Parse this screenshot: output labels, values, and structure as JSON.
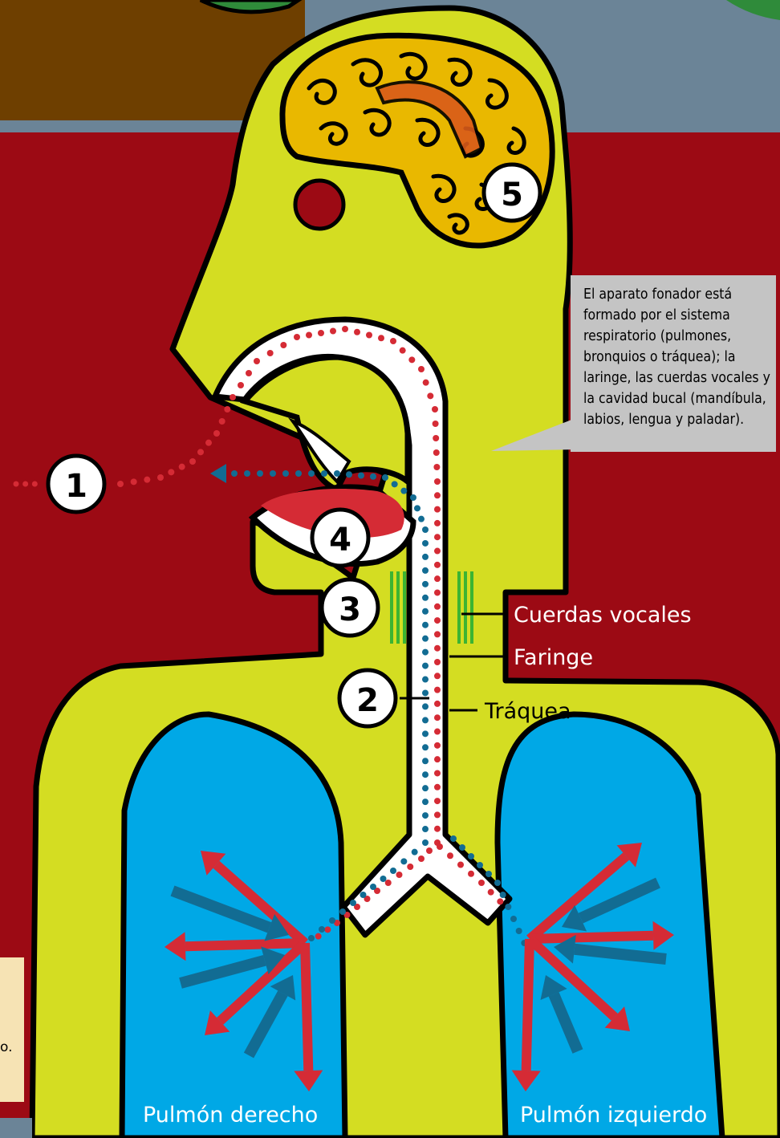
{
  "colors": {
    "background": "#9c0a14",
    "body": "#d4dd22",
    "lungs": "#00a8e6",
    "brain": "#e9b800",
    "outline": "#000000",
    "red_flow": "#d52b35",
    "blue_flow": "#126c93",
    "note_bg": "#c4c4c4",
    "vocal_cords": "#3cb432",
    "top_brown": "#6e3f00",
    "top_slate": "#6b8497",
    "side_card": "#f6e3b4"
  },
  "markers": [
    {
      "id": "1",
      "text": "1"
    },
    {
      "id": "2",
      "text": "2"
    },
    {
      "id": "3",
      "text": "3"
    },
    {
      "id": "4",
      "text": "4"
    },
    {
      "id": "5",
      "text": "5"
    }
  ],
  "labels": {
    "vocal_cords": "Cuerdas vocales",
    "pharynx": "Faringe",
    "trachea": "Tráquea",
    "right_lung": "Pulmón derecho",
    "left_lung": "Pulmón izquierdo"
  },
  "note": {
    "lines": [
      "El aparato fonador está",
      "formado por el sistema",
      "respiratorio (pulmones,",
      "bronquios o tráquea); la",
      "laringe, las cuerdas vocales y",
      "la cavidad bucal (mandíbula,",
      "labios, lengua y paladar)."
    ]
  },
  "side_card": {
    "text": "o."
  },
  "icons": {
    "brain": "brain-icon",
    "eye": "eye-icon",
    "tongue": "tongue-icon"
  }
}
